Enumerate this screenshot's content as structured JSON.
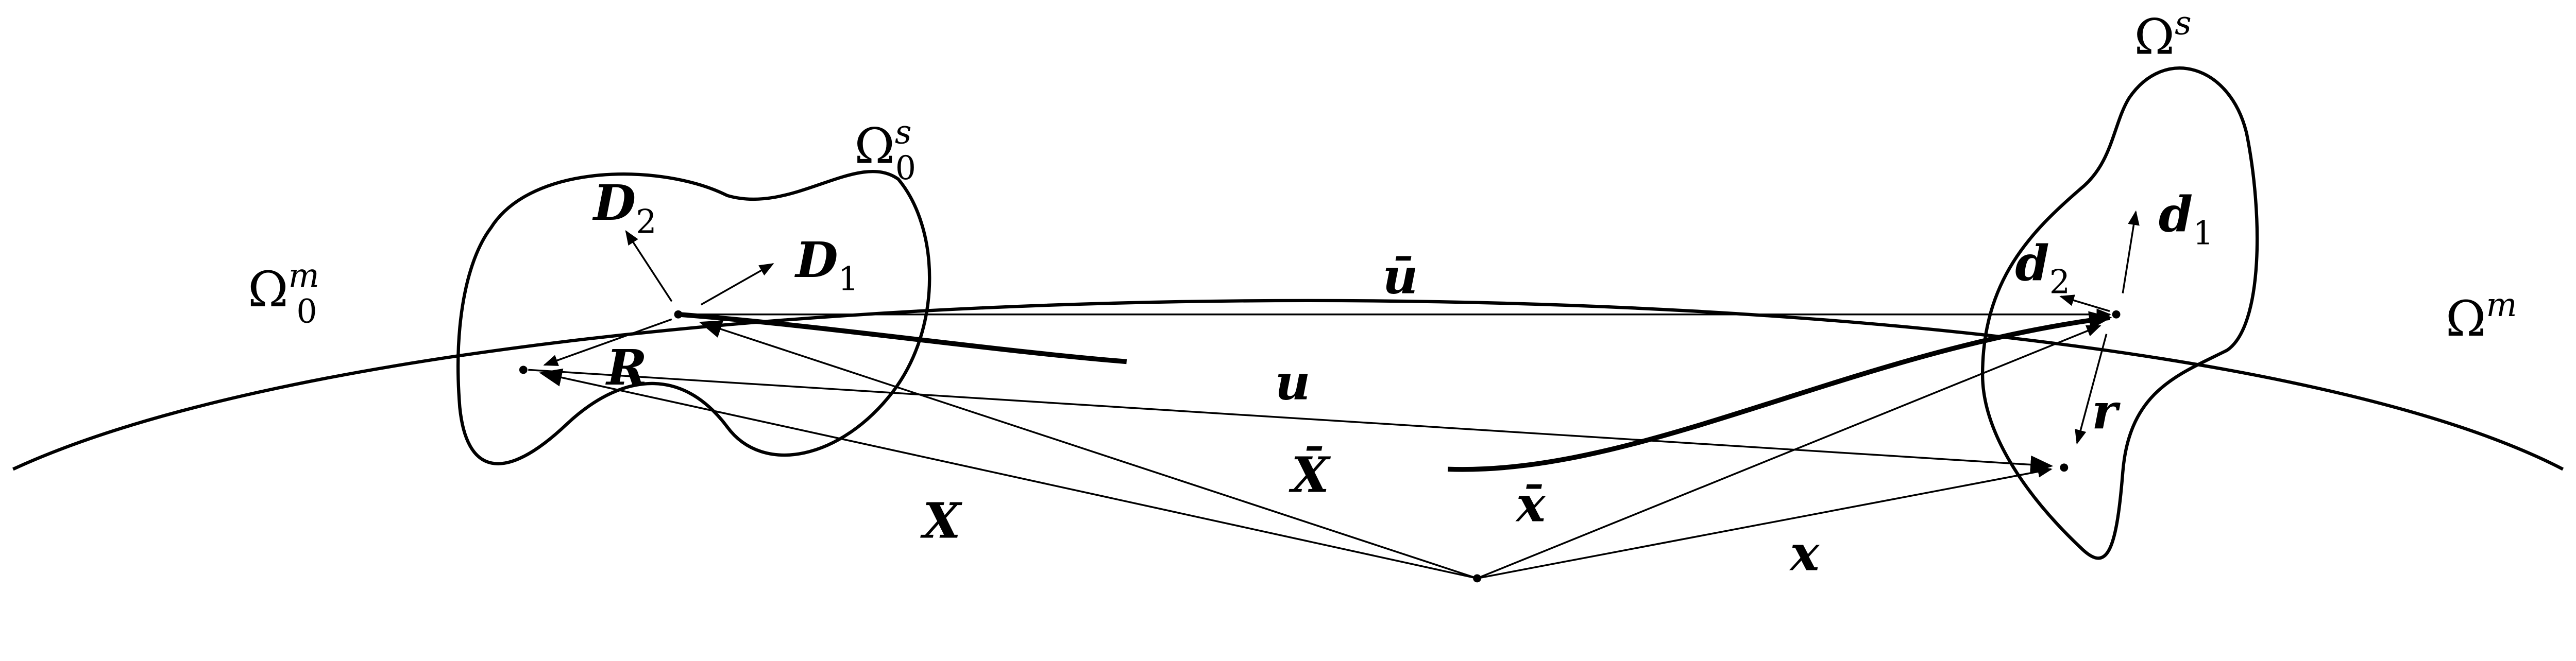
{
  "labels": {
    "omega0m": {
      "base": "Ω",
      "sub": "0",
      "sup": "m"
    },
    "omega0s": {
      "base": "Ω",
      "sub": "0",
      "sup": "s"
    },
    "omegas": {
      "base": "Ω",
      "sup": "s"
    },
    "omegam": {
      "base": "Ω",
      "sup": "m"
    },
    "D2": {
      "base": "D",
      "sub": "2"
    },
    "D1": {
      "base": "D",
      "sub": "1"
    },
    "R": {
      "base": "R"
    },
    "ubar": {
      "base": "ū"
    },
    "u": {
      "base": "u"
    },
    "Xbar": {
      "base": "X̄"
    },
    "X": {
      "base": "X"
    },
    "xbar": {
      "base": "x̄"
    },
    "x": {
      "base": "x"
    },
    "d1": {
      "base": "d",
      "sub": "1"
    },
    "d2": {
      "base": "d",
      "sub": "2"
    },
    "r": {
      "base": "r"
    }
  },
  "colors": {
    "stroke": "#000000",
    "background": "#ffffff"
  }
}
